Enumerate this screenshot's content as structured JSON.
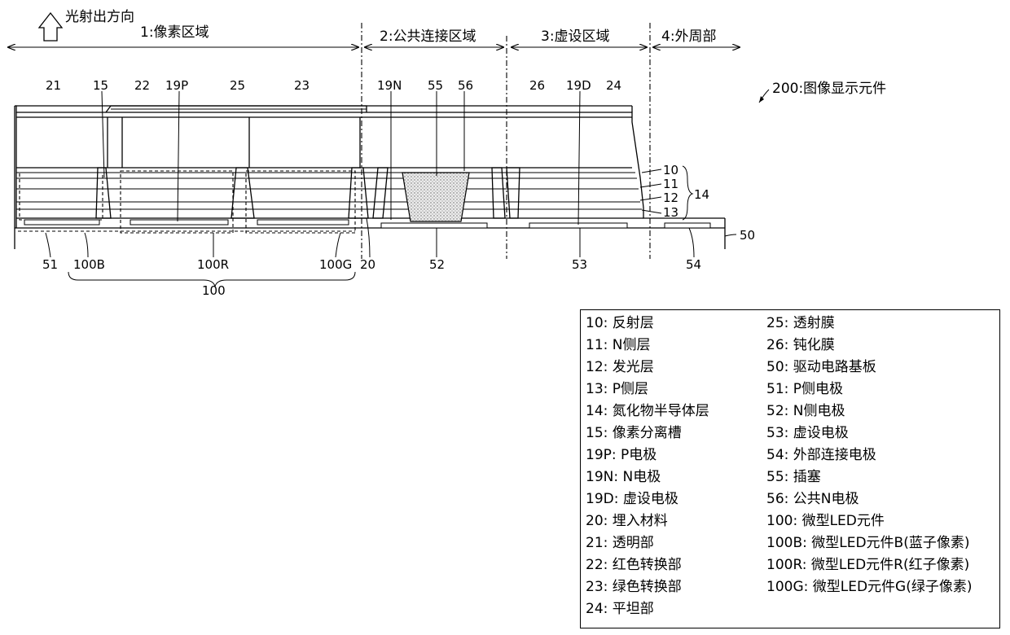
{
  "direction_label": "光射出方向",
  "element_label": "200:图像显示元件",
  "regions": [
    {
      "label": "1:像素区域"
    },
    {
      "label": "2:公共连接区域"
    },
    {
      "label": "3:虚设区域"
    },
    {
      "label": "4:外周部"
    }
  ],
  "part_labels": {
    "p21": "21",
    "p15": "15",
    "p22": "22",
    "p19P": "19P",
    "p25": "25",
    "p23": "23",
    "p19N": "19N",
    "p55": "55",
    "p56": "56",
    "p26": "26",
    "p19D": "19D",
    "p24": "24",
    "p10": "10",
    "p11": "11",
    "p12": "12",
    "p13": "13",
    "p14": "14",
    "p50": "50",
    "p51": "51",
    "p100B": "100B",
    "p100R": "100R",
    "p100G": "100G",
    "p20": "20",
    "p52": "52",
    "p53": "53",
    "p54": "54",
    "p100": "100"
  },
  "legend": {
    "left": [
      "10: 反射层",
      "11: N侧层",
      "12: 发光层",
      "13: P侧层",
      "14: 氮化物半导体层",
      "15: 像素分离槽",
      "19P: P电极",
      "19N: N电极",
      "19D: 虚设电极",
      "20: 埋入材料",
      "21: 透明部",
      "22: 红色转换部",
      "23: 绿色转换部",
      "24: 平坦部"
    ],
    "right": [
      "25: 透射膜",
      "26: 钝化膜",
      "50: 驱动电路基板",
      "51: P侧电极",
      "52: N侧电极",
      "53: 虚设电极",
      "54: 外部连接电极",
      "55: 插塞",
      "56: 公共N电极",
      "100: 微型LED元件",
      "100B: 微型LED元件B(蓝子像素)",
      "100R: 微型LED元件R(红子像素)",
      "100G: 微型LED元件G(绿子像素)"
    ]
  }
}
